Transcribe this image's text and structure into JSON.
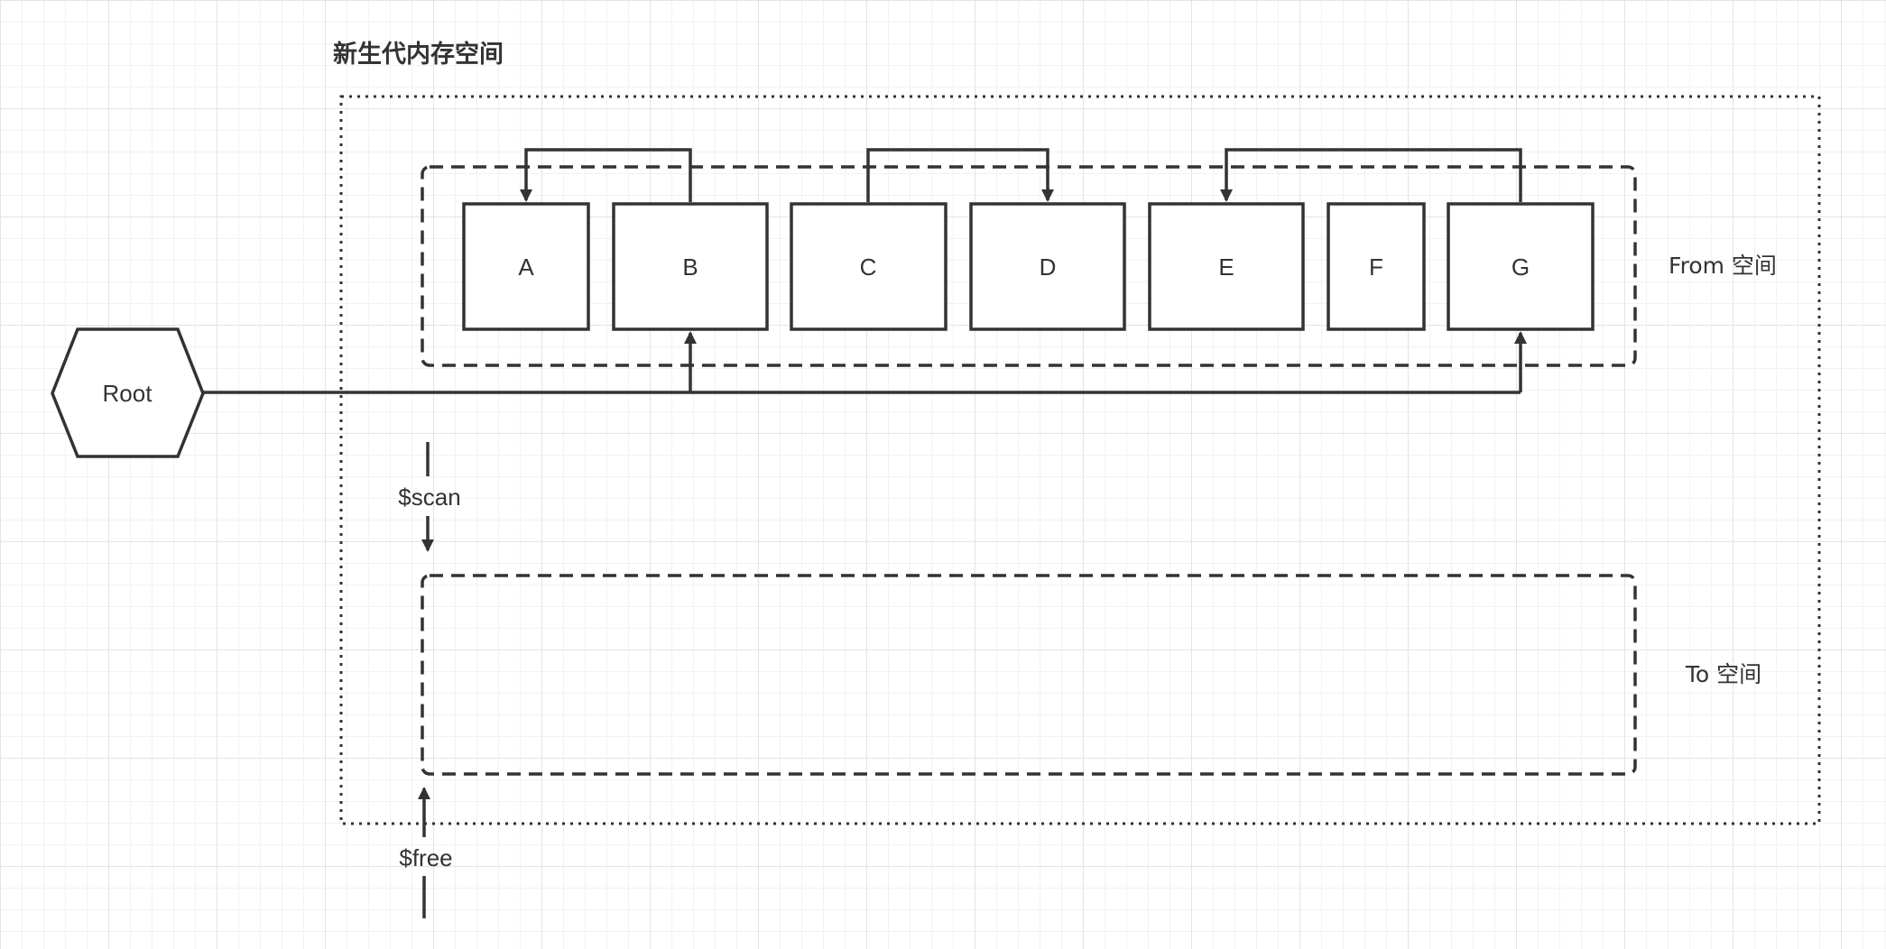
{
  "diagram": {
    "title": "新生代内存空间",
    "root_label": "Root",
    "from_space_label": "From 空间",
    "to_space_label": "To 空间",
    "scan_pointer_label": "$scan",
    "free_pointer_label": "$free",
    "objects": [
      "A",
      "B",
      "C",
      "D",
      "E",
      "F",
      "G"
    ],
    "references": [
      {
        "from": "B",
        "to": "A"
      },
      {
        "from": "C",
        "to": "D"
      },
      {
        "from": "G",
        "to": "E"
      },
      {
        "from": "Root",
        "to": "B"
      },
      {
        "from": "Root",
        "to": "G"
      }
    ]
  }
}
